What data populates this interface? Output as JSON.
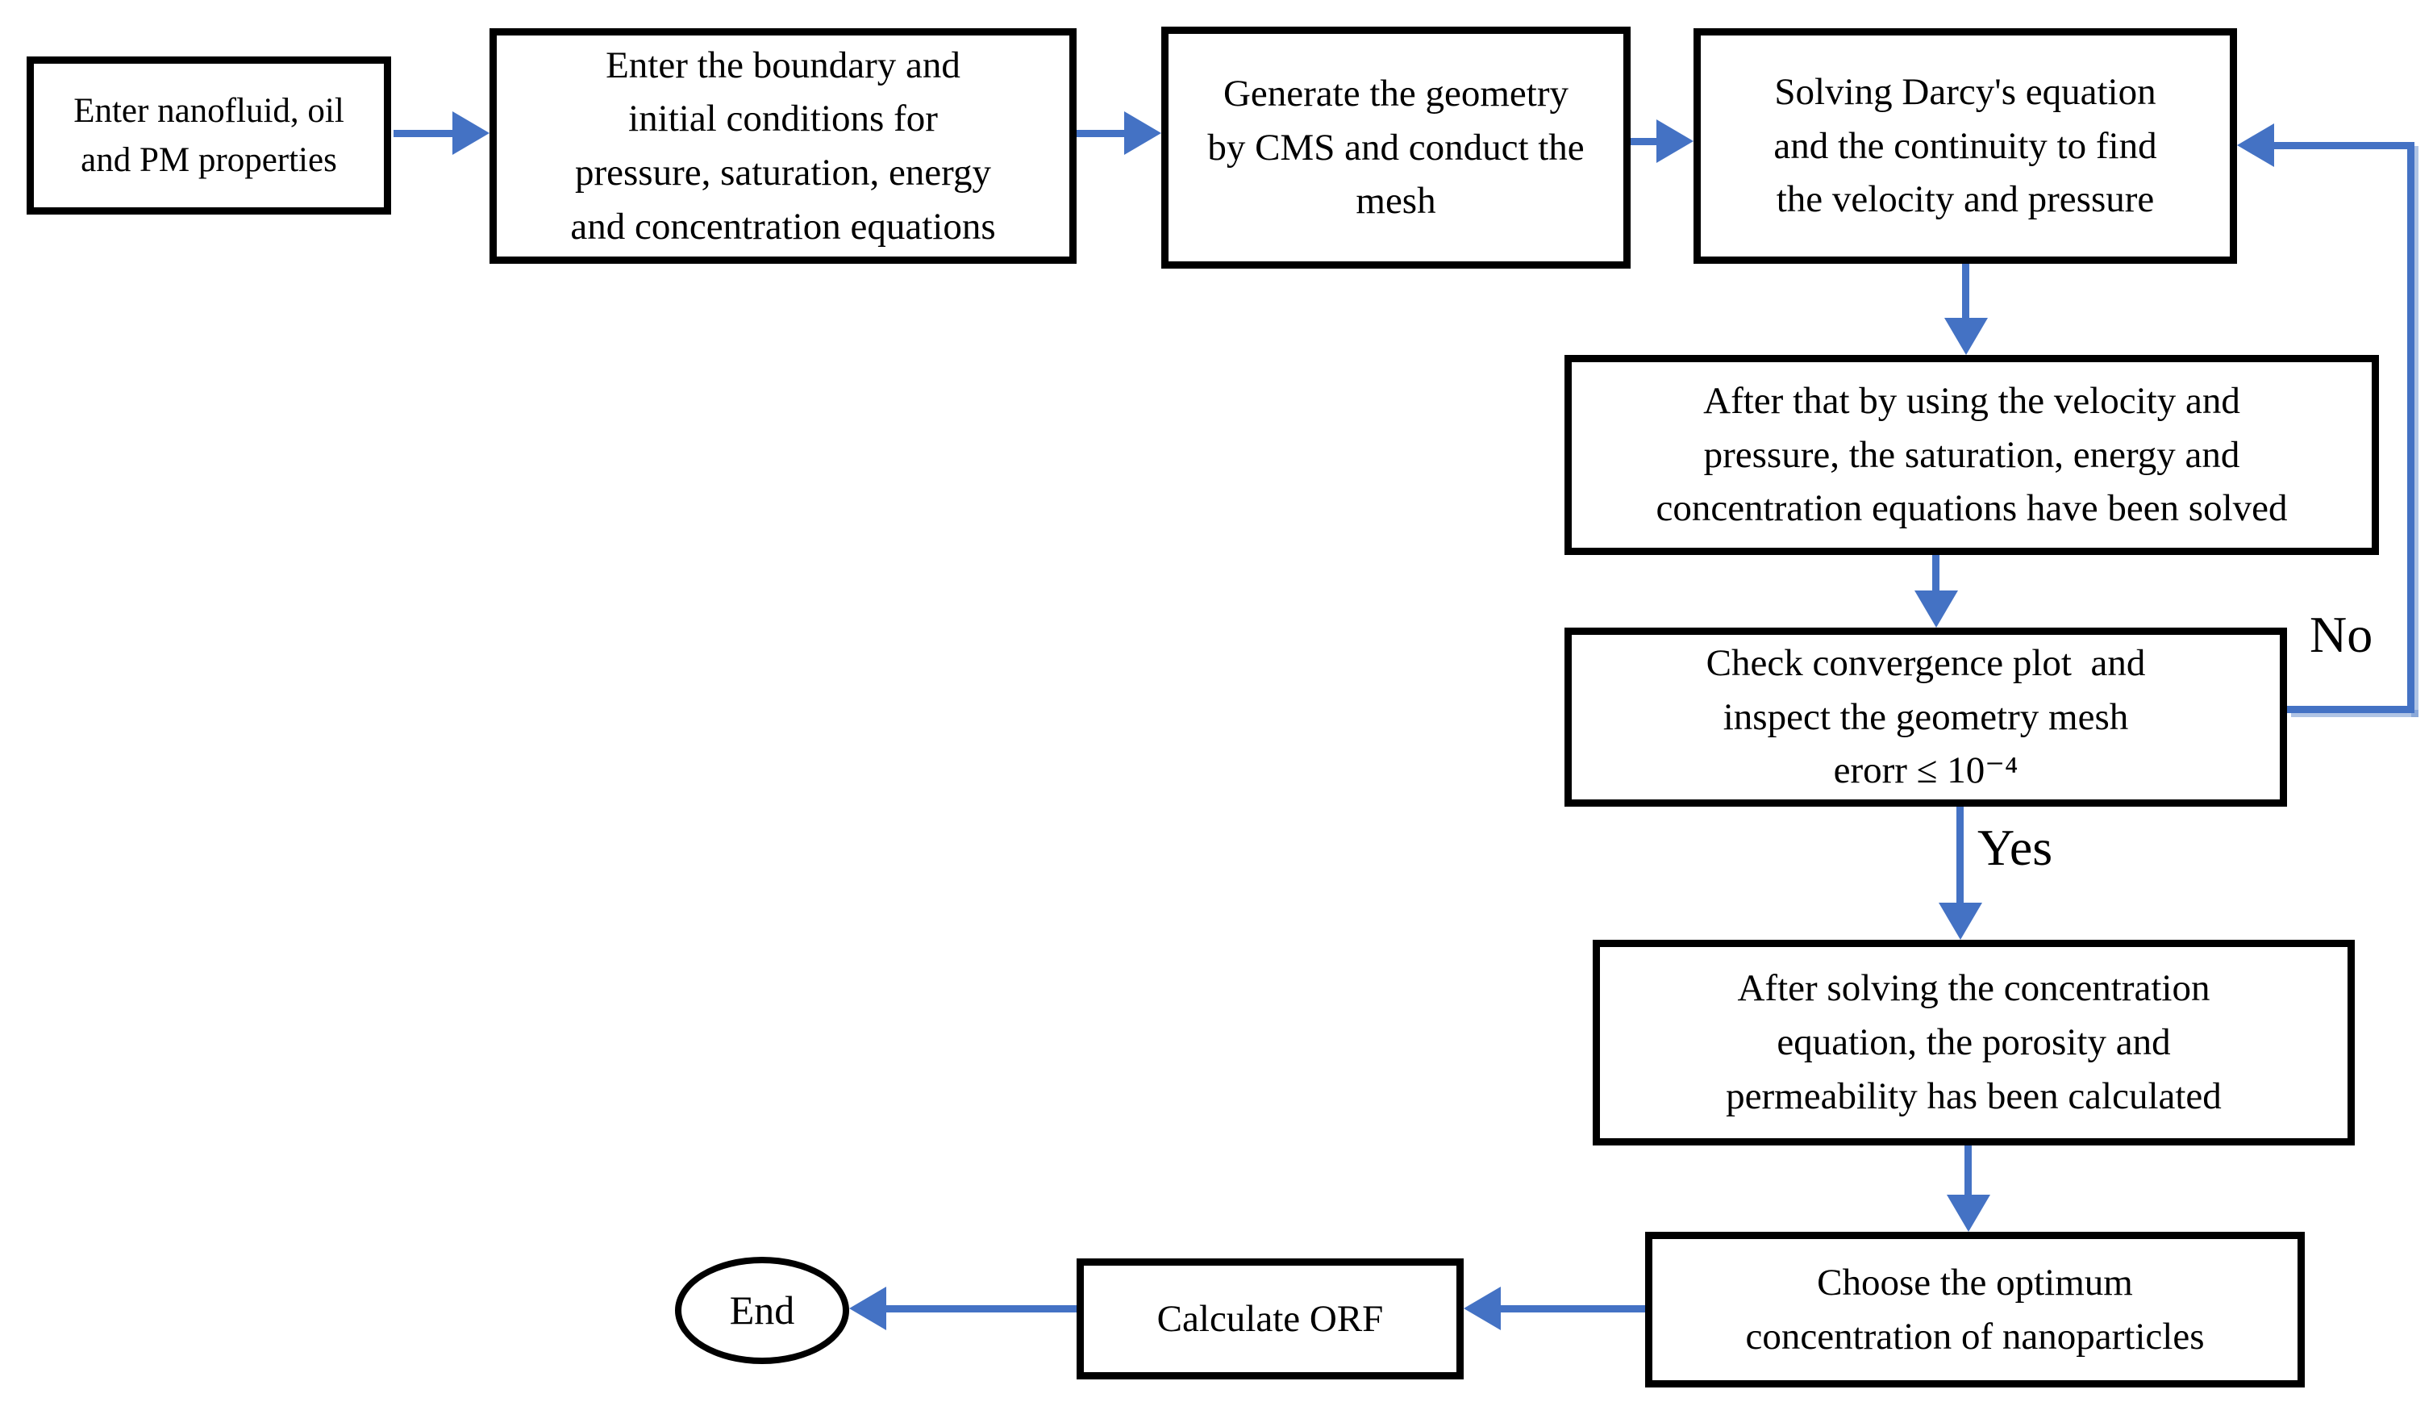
{
  "diagram": {
    "type": "flowchart",
    "colors": {
      "arrow": "#4472C4",
      "arrow_ghost": "#9DB9E8",
      "node_border": "#000000",
      "node_fill": "#FFFFFF",
      "text": "#000000",
      "background": "#FFFFFF"
    },
    "nodes": {
      "properties": {
        "shape": "rect",
        "text": "Enter nanofluid, oil\nand PM properties"
      },
      "boundary": {
        "shape": "rect",
        "text": "Enter the boundary and\ninitial conditions for\npressure, saturation, energy\nand concentration equations"
      },
      "geometry": {
        "shape": "rect",
        "text": "Generate the geometry\nby CMS and conduct the\nmesh"
      },
      "darcy": {
        "shape": "rect",
        "text": "Solving Darcy's equation\nand the continuity to find\nthe velocity and pressure"
      },
      "solve": {
        "shape": "rect",
        "text": "After that by using the velocity and\npressure, the saturation, energy and\nconcentration equations have been solved"
      },
      "convergence": {
        "shape": "rect",
        "text": "Check convergence plot  and\ninspect the geometry mesh\nerorr ≤ 10⁻⁴"
      },
      "porosity": {
        "shape": "rect",
        "text": "After solving the concentration\nequation, the porosity and\npermeability has been calculated"
      },
      "optimum": {
        "shape": "rect",
        "text": "Choose the optimum\nconcentration of nanoparticles"
      },
      "orf": {
        "shape": "rect",
        "text": "Calculate ORF"
      },
      "end": {
        "shape": "ellipse",
        "text": "End"
      }
    },
    "edge_labels": {
      "no": "No",
      "yes": "Yes"
    }
  }
}
